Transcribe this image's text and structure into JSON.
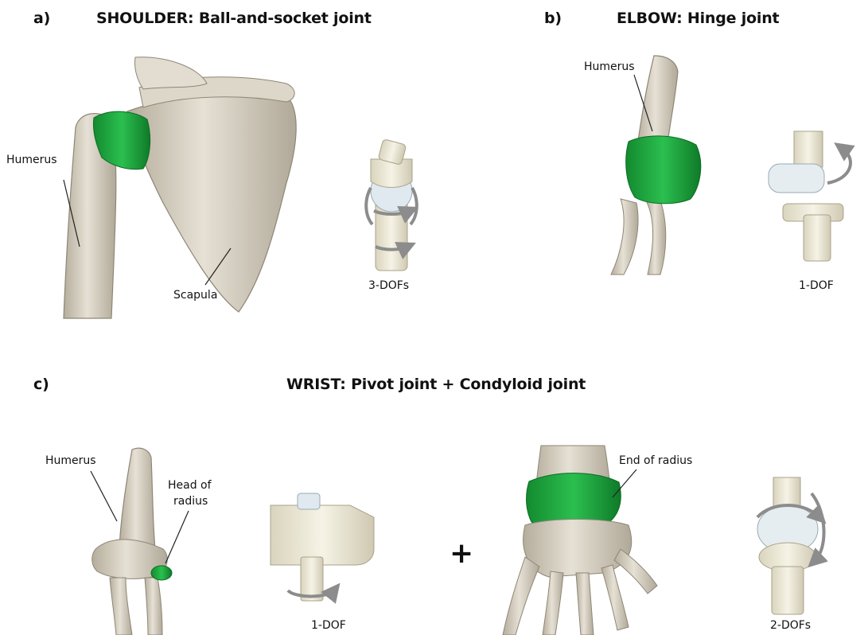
{
  "panels": {
    "a": {
      "letter": "a)",
      "title": "SHOULDER: Ball-and-socket joint",
      "labels": {
        "humerus": "Humerus",
        "scapula": "Scapula"
      },
      "dof": "3-DOFs"
    },
    "b": {
      "letter": "b)",
      "title": "ELBOW: Hinge joint",
      "labels": {
        "humerus": "Humerus"
      },
      "dof": "1-DOF"
    },
    "c": {
      "letter": "c)",
      "title": "WRIST: Pivot joint + Condyloid joint",
      "labels": {
        "humerus": "Humerus",
        "head_of_radius_line1": "Head of",
        "head_of_radius_line2": "radius",
        "end_of_radius": "End of radius"
      },
      "pivot_dof": "1-DOF",
      "plus": "+",
      "condyloid_dof": "2-DOFs"
    }
  },
  "colors": {
    "joint_highlight": "#1a9e3a",
    "bone": "#d8d2c4",
    "bone_shadow": "#a89f8e",
    "model_body": "#ece8d6",
    "model_ball": "#d9e8f0",
    "arrow": "#8c8c8c"
  }
}
